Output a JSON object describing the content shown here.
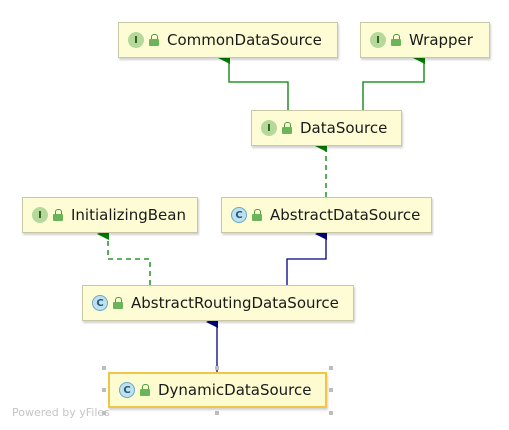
{
  "diagram": {
    "nodes": [
      {
        "id": "common",
        "kind": "interface",
        "badge": "I",
        "label": "CommonDataSource"
      },
      {
        "id": "wrapper",
        "kind": "interface",
        "badge": "I",
        "label": "Wrapper"
      },
      {
        "id": "datasource",
        "kind": "interface",
        "badge": "I",
        "label": "DataSource"
      },
      {
        "id": "initbean",
        "kind": "interface",
        "badge": "I",
        "label": "InitializingBean"
      },
      {
        "id": "abstractds",
        "kind": "class",
        "badge": "C",
        "label": "AbstractDataSource"
      },
      {
        "id": "routing",
        "kind": "class",
        "badge": "C",
        "label": "AbstractRoutingDataSource"
      },
      {
        "id": "dynamic",
        "kind": "class",
        "badge": "C",
        "label": "DynamicDataSource",
        "selected": true
      }
    ],
    "edges": [
      {
        "from": "datasource",
        "to": "common",
        "type": "extends"
      },
      {
        "from": "datasource",
        "to": "wrapper",
        "type": "extends"
      },
      {
        "from": "abstractds",
        "to": "datasource",
        "type": "implements"
      },
      {
        "from": "routing",
        "to": "initbean",
        "type": "implements"
      },
      {
        "from": "routing",
        "to": "abstractds",
        "type": "extends"
      },
      {
        "from": "dynamic",
        "to": "routing",
        "type": "extends"
      }
    ]
  },
  "colors": {
    "interface_inheritance": "#008000",
    "class_inheritance": "#000080",
    "node_fill": "#fdfcd4",
    "selected_border": "#f1c54a"
  },
  "watermark": "Powered by yFiles"
}
